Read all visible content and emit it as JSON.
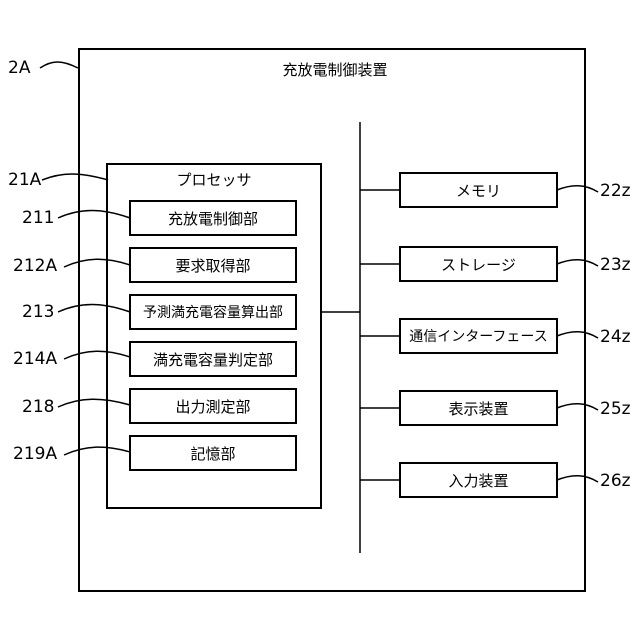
{
  "device": {
    "title": "充放電制御装置",
    "ref": "2A"
  },
  "processor": {
    "title": "プロセッサ",
    "ref": "21A",
    "modules": [
      {
        "label": "充放電制御部",
        "ref": "211"
      },
      {
        "label": "要求取得部",
        "ref": "212A"
      },
      {
        "label": "予測満充電容量算出部",
        "ref": "213"
      },
      {
        "label": "満充電容量判定部",
        "ref": "214A"
      },
      {
        "label": "出力測定部",
        "ref": "218"
      },
      {
        "label": "記憶部",
        "ref": "219A"
      }
    ]
  },
  "peripherals": [
    {
      "label": "メモリ",
      "ref": "22z"
    },
    {
      "label": "ストレージ",
      "ref": "23z"
    },
    {
      "label": "通信インターフェース",
      "ref": "24z"
    },
    {
      "label": "表示装置",
      "ref": "25z"
    },
    {
      "label": "入力装置",
      "ref": "26z"
    }
  ]
}
